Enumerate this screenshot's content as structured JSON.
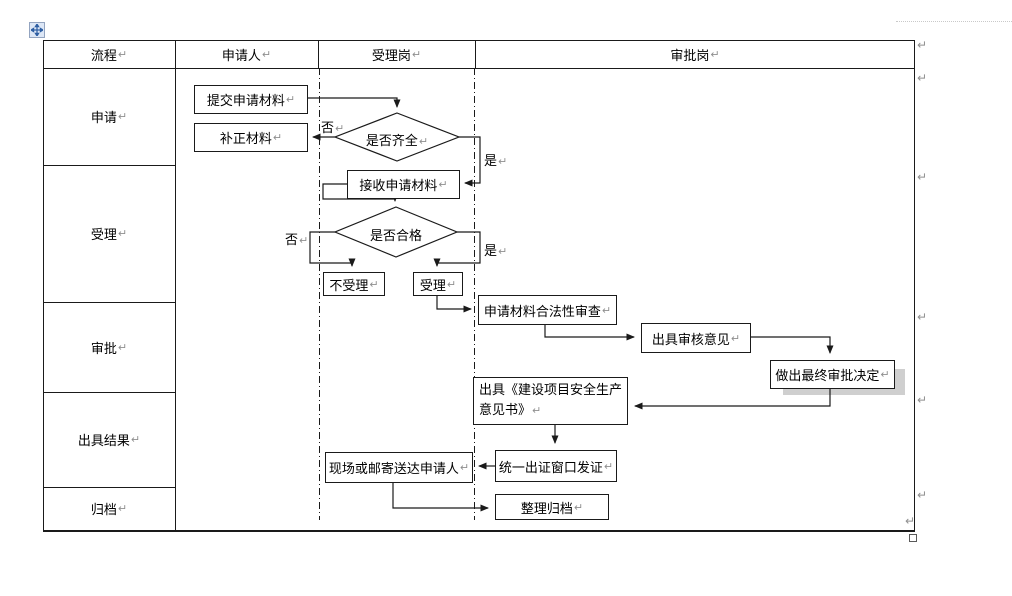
{
  "marks": {
    "para": "↵"
  },
  "table": {
    "headers": [
      {
        "label": "流程"
      },
      {
        "label": "申请人"
      },
      {
        "label": "受理岗"
      },
      {
        "label": "审批岗"
      }
    ],
    "rows": [
      {
        "label": "申请"
      },
      {
        "label": "受理"
      },
      {
        "label": "审批"
      },
      {
        "label": "出具结果"
      },
      {
        "label": "归档"
      }
    ]
  },
  "flow": {
    "nodes": {
      "submit": {
        "label": "提交申请材料"
      },
      "correct": {
        "label": "补正材料"
      },
      "check_complete": {
        "label": "是否齐全"
      },
      "receive": {
        "label": "接收申请材料"
      },
      "check_qualified": {
        "label": "是否合格"
      },
      "reject": {
        "label": "不受理"
      },
      "accept": {
        "label": "受理"
      },
      "review": {
        "label": "申请材料合法性审查"
      },
      "opinion": {
        "label": "出具审核意见"
      },
      "decision": {
        "label": "做出最终审批决定"
      },
      "issue": {
        "label_line1": "出具《建设项目安全生产",
        "label_line2": "意见书》"
      },
      "window": {
        "label": "统一出证窗口发证"
      },
      "deliver": {
        "label": "现场或邮寄送达申请人"
      },
      "archive": {
        "label": "整理归档"
      }
    },
    "branch_labels": {
      "no1": "否",
      "yes1": "是",
      "no2": "否",
      "yes2": "是"
    }
  },
  "colors": {
    "line": "#1a1a1a",
    "paragraph_mark": "#8f8f8f",
    "artifact": "#cfcfcf",
    "handle_arrow": "#2e5fa3"
  }
}
